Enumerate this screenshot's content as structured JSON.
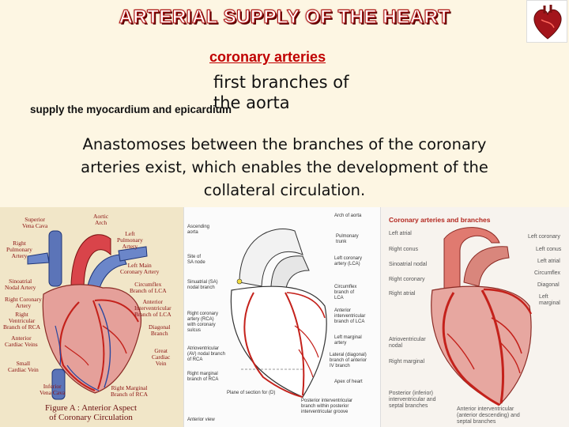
{
  "title": "ARTERIAL SUPPLY OF THE HEART",
  "subtitle_link": "coronary arteries",
  "line_first": "first branches of",
  "line_aorta": "the aorta",
  "line_supply": "supply the myocardium and epicardium",
  "paragraph": "Anastomoses between the branches of the coronary arteries exist, which enables the development of the collateral circulation.",
  "panel_a": {
    "labels": {
      "svc": "Superior\nVena Cava",
      "arch": "Aortic\nArch",
      "lpa": "Left\nPulmonary\nArtery",
      "rpa": "Right\nPulmonary\nArtery",
      "lmca": "Left Main\nCoronary Artery",
      "san": "Sinoatrial\nNodal Artery",
      "cfx": "Circumflex\nBranch of LCA",
      "rca": "Right Coronary\nArtery",
      "aia": "Anterior\nInterventricular\nBranch of LCA",
      "rvb": "Right\nVentricular\nBranch of RCA",
      "diag": "Diagonal\nBranch",
      "acv": "Anterior\nCardiac Veins",
      "gcv": "Great\nCardiac\nVein",
      "scv": "Small\nCardiac Vein",
      "ivc": "Inferior\nVena Cava",
      "rmb": "Right Marginal\nBranch of RCA"
    },
    "figure_caption": "Figure A : Anterior Aspect\nof Coronary Circulation"
  },
  "panel_b": {
    "left_labels": {
      "asc": "Ascending\naorta",
      "sa": "Site of\nSA node",
      "sinu": "Sinuatrial (SA)\nnodal branch",
      "rca": "Right coronary\nartery (RCA)\nwith coronary\nsulcus",
      "av": "Atrioventricular\n(AV) nodal branch\nof RCA",
      "rmb": "Right marginal\nbranch of RCA",
      "plane": "Plane of section for (D)",
      "ant": "Anterior view"
    },
    "right_labels": {
      "arch": "Arch of aorta",
      "pt": "Pulmonary\ntrunk",
      "lca": "Left coronary\nartery (LCA)",
      "cfx": "Circumflex\nbranch of\nLCA",
      "aib": "Anterior\ninterventricular\nbranch of LCA",
      "lm": "Left marginal\nartery",
      "lat": "Lateral (diagonal)\nbranch of anterior\nIV branch",
      "apex": "Apex of heart",
      "piv": "Posterior interventricular\nbranch within posterior\ninterventricular groove"
    }
  },
  "panel_c": {
    "title": "Coronary arteries and branches",
    "left_labels": {
      "la": "Left atrial",
      "rc": "Right conus",
      "sn": "Sinoatrial nodal",
      "rcor": "Right coronary",
      "ra": "Right atrial",
      "avn": "Atrioventricular\nnodal",
      "rm": "Right marginal",
      "post": "Posterior (inferior)\ninterventricular and\nseptal branches"
    },
    "right_labels": {
      "lcor": "Left coronary",
      "lconus": "Left conus",
      "latr": "Left atrial",
      "cfx": "Circumflex",
      "diag": "Diagonal",
      "lm": "Left\nmarginal",
      "aiv": "Anterior interventricular\n(anterior descending) and\nseptal branches"
    }
  },
  "colors": {
    "title_stroke": "#b01010",
    "subtitle_red": "#c00000",
    "artery_red": "#c4211b",
    "vein_blue": "#2747a0",
    "heart_tissue": "#e7a7a0"
  }
}
